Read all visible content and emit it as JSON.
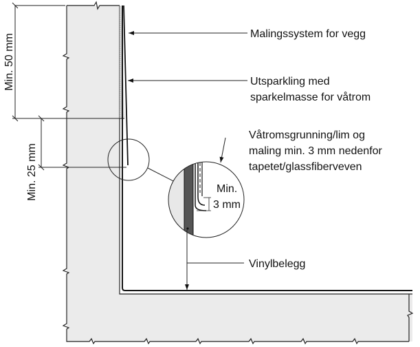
{
  "labels": {
    "paint_system": "Malingssystem for vegg",
    "filler_line1": "Utsparkling med",
    "filler_line2": "sparkelmasse for våtrom",
    "primer_line1": "Våtromsgrunning/lim og",
    "primer_line2": "maling min. 3 mm nedenfor",
    "primer_line3": "tapetet/glassfiberveven",
    "vinyl": "Vinylbelegg"
  },
  "dimensions": {
    "min_50": "Min. 50 mm",
    "min_25": "Min. 25 mm",
    "detail_min": "Min.",
    "detail_3mm": "3 mm"
  }
}
